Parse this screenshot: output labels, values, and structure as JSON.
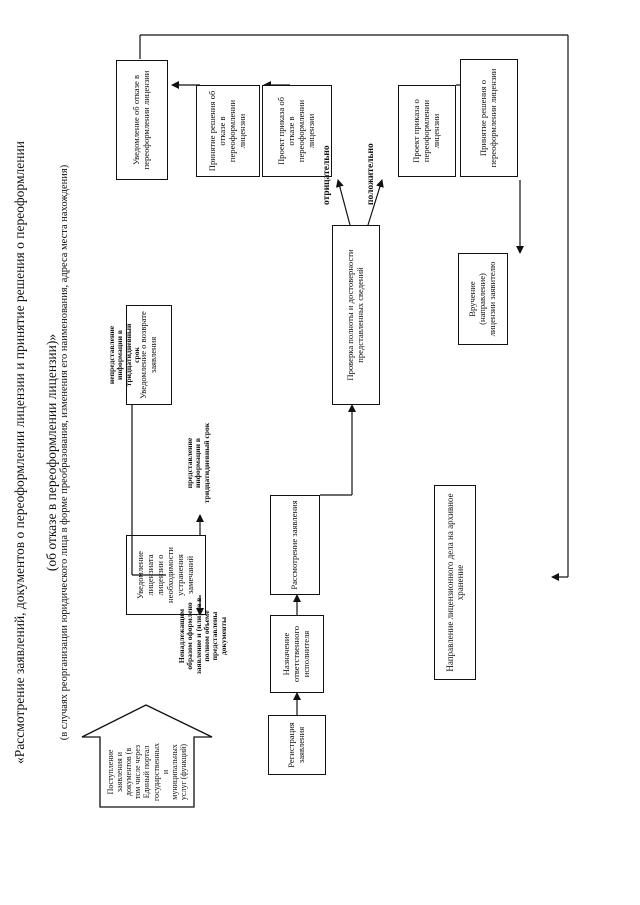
{
  "title": {
    "line1": "«Рассмотрение заявлений, документов о переоформлении лицензии и принятие решения о переоформлении",
    "line2": "(об отказе в переоформлении лицензии)»",
    "line3": "(в случаях реорганизации юридического лица в форме преобразования, изменения его наименования, адреса места нахождения)"
  },
  "boxes": {
    "intake": "Поступление заявления и документов (в том числе через Единый портал государственных и муниципальных услуг (функций)",
    "registration": "Регистрация заявления",
    "assign": "Назначение ответственного исполнителя",
    "notify_fix": "Уведомление лицензиата лицензии о необходимости устранения замечаний",
    "review": "Рассмотрение заявления",
    "notify_return": "Уведомление о возврате заявления",
    "check": "Проверка полноты и достоверности представленных сведений",
    "archive": "Направление лицензионного дела на архивное хранение",
    "handover": "Вручение (направление) лицензии заявителю",
    "deny_notify": "Уведомление об отказе в переоформлении лицензии",
    "deny_decision": "Принятие решения об отказе в переоформлении лицензии",
    "deny_project": "Проект приказа об отказе в переоформлении лицензии",
    "approve_project": "Проект приказа о переоформлении лицензии",
    "approve_decision": "Принятие решения о переоформлении лицензии"
  },
  "notes": {
    "improper": "Ненадлежащим образом оформлено заявление и (или) не в полном объеме представлены документы",
    "not_submitted": "непредставление информации в тридцатидневный срок",
    "submitted": "представление информации в тридцатидневный срок"
  },
  "labels": {
    "negative": "отрицательно",
    "positive": "положительно"
  }
}
